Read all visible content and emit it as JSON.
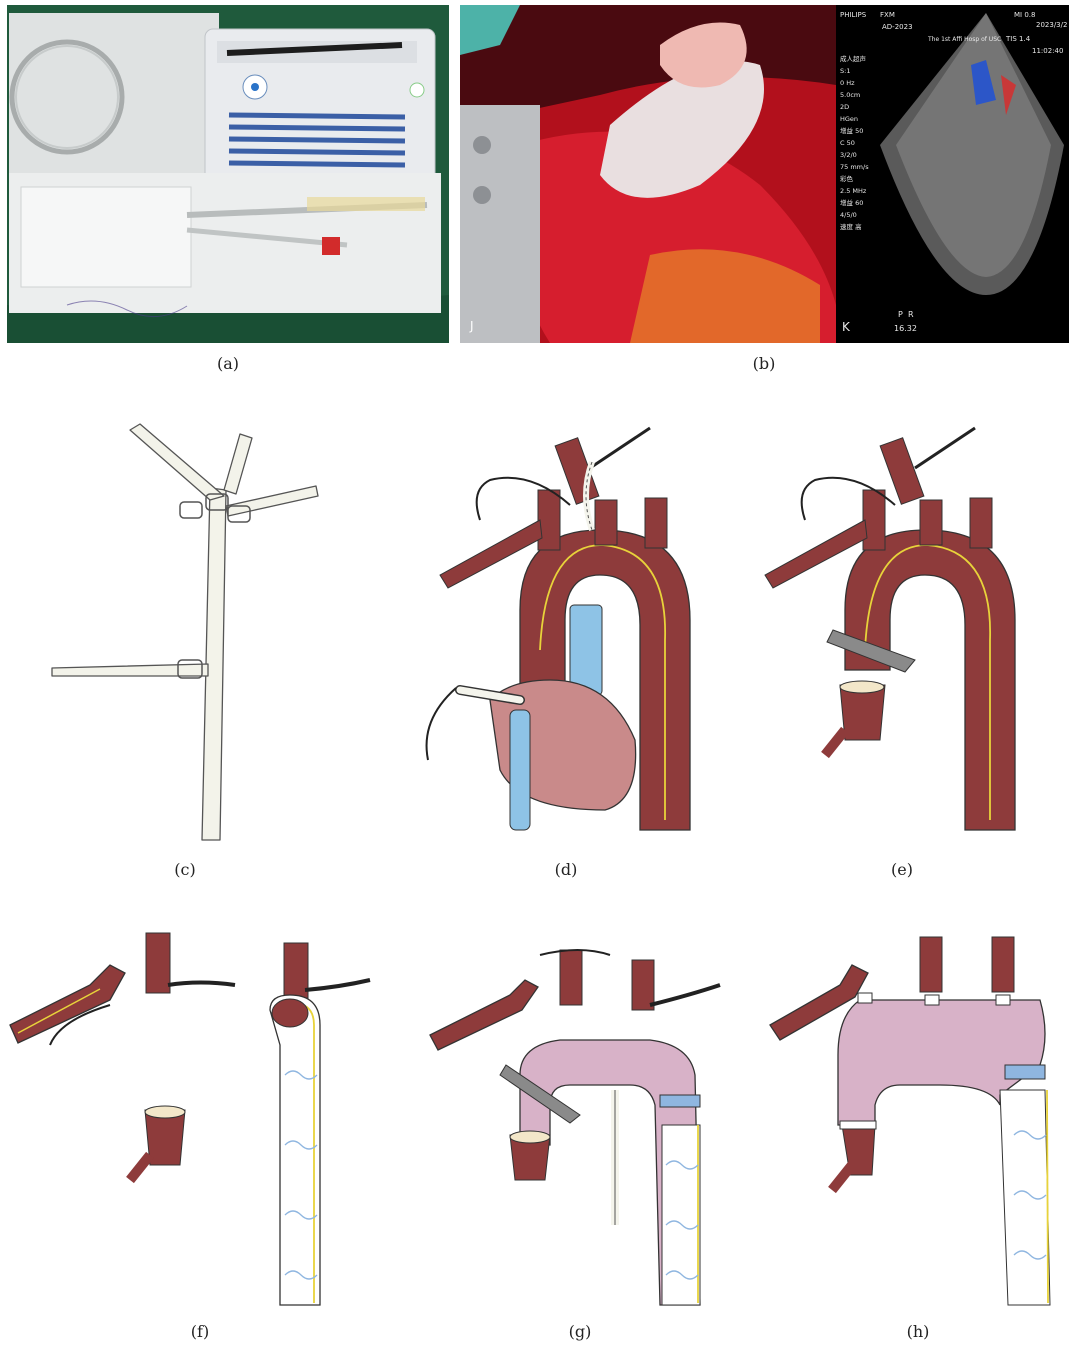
{
  "figure": {
    "panels": [
      {
        "label": "(a)"
      },
      {
        "label": "(b)"
      },
      {
        "label": "(c)"
      },
      {
        "label": "(d)"
      },
      {
        "label": "(e)"
      },
      {
        "label": "(f)"
      },
      {
        "label": "(g)"
      },
      {
        "label": "(h)"
      }
    ]
  },
  "ultrasound": {
    "brand": "PHILIPS",
    "mode": "FXM",
    "mi": "MI 0.8",
    "date": "2023/3/2",
    "case_id": "AD-2023",
    "hospital": "The 1st Affi Hosp of USC",
    "tis": "TIS 1.4",
    "time": "11:02:40",
    "params_left": [
      "成人超声",
      "S:1",
      "0 Hz",
      "5.0cm",
      "2D",
      "HGen",
      "增益 50",
      "C 50",
      "3/2/0",
      "75 mm/s",
      "彩色",
      "2.5 MHz",
      "增益 60",
      "4/5/0",
      "速度 高"
    ],
    "depth_label": "16.32",
    "marker_p": "P",
    "marker_r": "R",
    "marker_k": "K",
    "marker_j": "J"
  },
  "colors": {
    "artery": "#8e3b3b",
    "artery_inner": "#a32a2a",
    "wall_line": "#e8d33a",
    "graft": "#d8b2c8",
    "stent_blue": "#8fb6e0",
    "heart": "#c98a8a",
    "vein_blue": "#8ec3e6",
    "tube": "#f4f4ec",
    "drape_green": "#1f5a3c"
  }
}
